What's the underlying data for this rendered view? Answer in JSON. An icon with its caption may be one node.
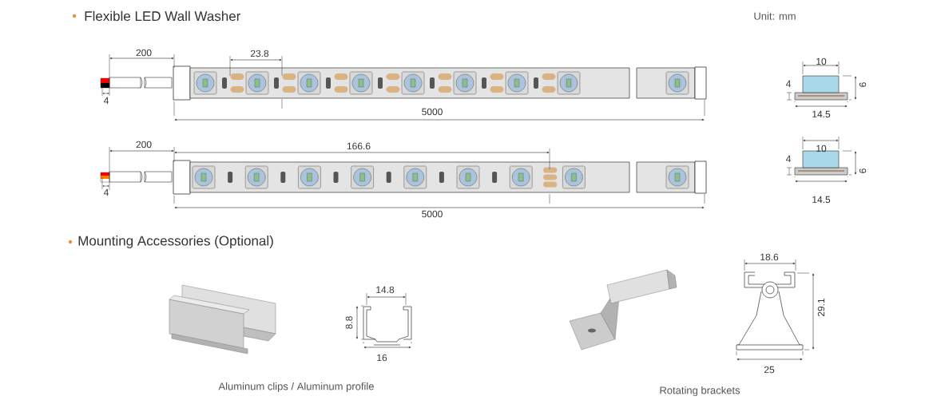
{
  "diagram": {
    "labels": [
      "Flexible LED Wall Washer",
      "Unit: mm",
      "200",
      "23.8",
      "10",
      "4",
      "9",
      "4",
      "5000",
      "14.5",
      "200",
      "166.6",
      "10",
      "4",
      "9",
      "4",
      "14.5",
      "5000",
      "Mounting Accessories (Optional)",
      "18.6",
      "14.8",
      "8.8",
      "29.1",
      "16",
      "25",
      "Aluminum clips / Aluminum profile",
      "Rotating brackets"
    ]
  }
}
